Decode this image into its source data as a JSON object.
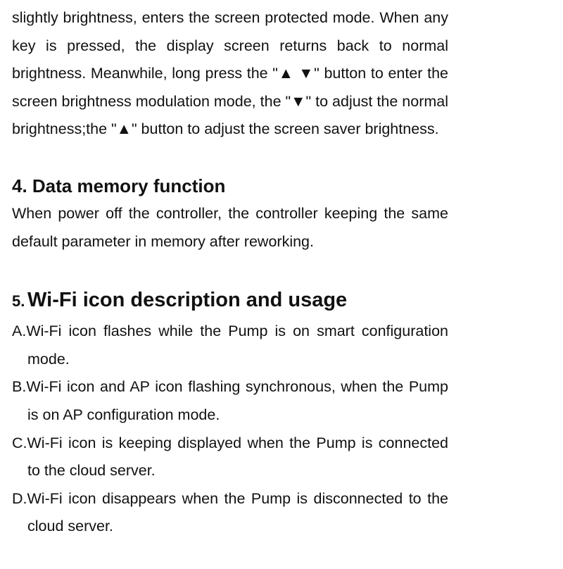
{
  "intro_paragraph": "slightly brightness, enters the screen protected mode. When any key is pressed, the display screen returns back to normal brightness. Meanwhile, long press the \"▲ ▼\" button to enter the screen brightness modulation mode, the \"▼\" to adjust the normal brightness;the \"▲\" button to adjust the screen saver brightness.",
  "section4": {
    "title": "4. Data memory function",
    "body": "When power off the controller, the controller keeping the same default parameter in memory after reworking."
  },
  "section5": {
    "number": "5.",
    "title": "Wi-Fi icon description and usage",
    "items": [
      "A.Wi-Fi icon flashes while the Pump is on smart configuration mode.",
      "B.Wi-Fi icon and AP icon flashing synchronous, when the Pump is on AP configuration mode.",
      "C.Wi-Fi icon is keeping displayed when the Pump is connected to the cloud server.",
      "D.Wi-Fi icon disappears when the Pump is disconnected to the cloud server."
    ]
  }
}
